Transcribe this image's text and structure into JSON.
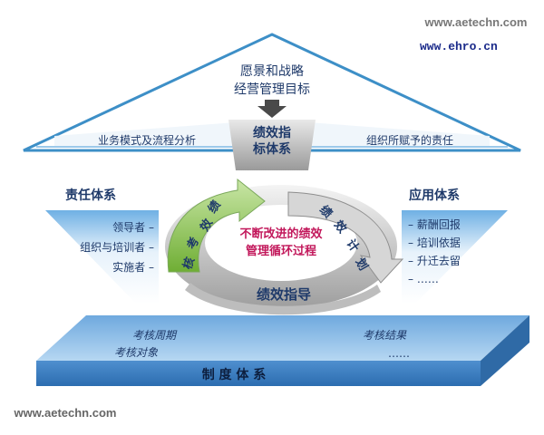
{
  "watermarks": {
    "top_right_1": "www.aetechn.com",
    "top_right_2": "www.ehro.cn",
    "bottom_left": "www.aetechn.com"
  },
  "roof": {
    "apex": [
      "愿景和战略",
      "经营管理目标"
    ],
    "center": [
      "绩效指",
      "标体系"
    ],
    "left": "业务模式及流程分析",
    "right": "组织所赋予的责任"
  },
  "left_system": {
    "title": "责任体系",
    "items": [
      "领导者 –",
      "组织与培训者 –",
      "实施者 –"
    ]
  },
  "right_system": {
    "title": "应用体系",
    "items": [
      "– 薪酬回报",
      "– 培训依据",
      "– 升迁去留",
      "– ……"
    ]
  },
  "cycle": {
    "center": [
      "不断改进的绩效",
      "管理循环过程"
    ],
    "left_arrow": [
      "绩",
      "效",
      "考",
      "核"
    ],
    "right_arrow": [
      "绩",
      "效",
      "计",
      "划"
    ],
    "bottom": "绩效指导"
  },
  "platform": {
    "items_left": [
      "考核周期",
      "考核对象"
    ],
    "items_right": [
      "考核结果",
      "……"
    ],
    "footer": "制 度 体 系"
  },
  "colors": {
    "blue_text": "#1f3a6a",
    "roof_line": "#3d8fc7",
    "platform_top": "#8dbfe8",
    "green": "#8bc34a",
    "magenta": "#c2185b"
  }
}
